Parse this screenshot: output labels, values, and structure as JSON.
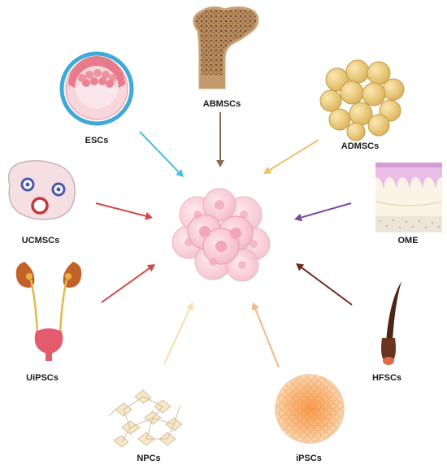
{
  "sources": [
    {
      "id": "esc",
      "label": "ESCs",
      "arrow_color": "#4bbde0"
    },
    {
      "id": "abmsc",
      "label": "ABMSCs",
      "arrow_color": "#8a6a55"
    },
    {
      "id": "admsc",
      "label": "ADMSCs",
      "arrow_color": "#e9c36a"
    },
    {
      "id": "ucmsc",
      "label": "UCMSCs",
      "arrow_color": "#cf4a4a"
    },
    {
      "id": "ome",
      "label": "OME",
      "arrow_color": "#7a4aa0"
    },
    {
      "id": "uipsc",
      "label": "UiPSCs",
      "arrow_color": "#cf4a4a"
    },
    {
      "id": "hfsc",
      "label": "HFSCs",
      "arrow_color": "#6e2a1a"
    },
    {
      "id": "npc",
      "label": "NPCs",
      "arrow_color": "#f6dfa8"
    },
    {
      "id": "ipsc",
      "label": "iPSCs",
      "arrow_color": "#f3b886"
    }
  ],
  "palette": {
    "center_cells": "#f9c6d3",
    "center_outline": "#e89fb2",
    "esc_ring": "#3fa9d8",
    "bone": "#c49a6c",
    "fat": "#e8c877",
    "kidney": "#b9662e",
    "hair": "#5a2d1c",
    "npc_cell": "#f4e3c3",
    "ipsc_core": "#f6a35a"
  }
}
